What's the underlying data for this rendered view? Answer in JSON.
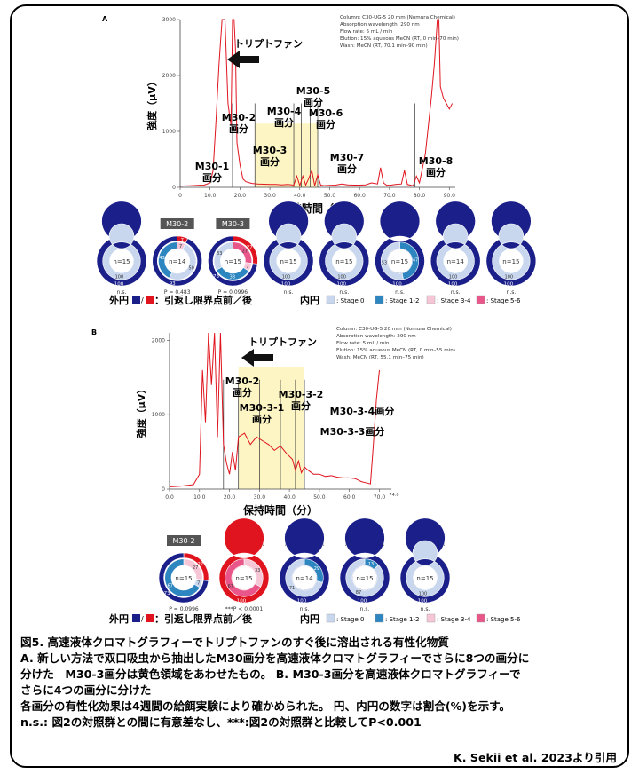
{
  "panels": [
    {
      "letter": "A",
      "info": [
        "Column: C30-UG-5 20 mm (Nomura Chemical)",
        "Absorption wavelength: 290 nm",
        "Flow rate: 5 mL / min",
        "Elution: 15% aqueous MeCN (RT, 0 min–70 min)",
        "Wash: MeCN (RT, 70.1 min–90 min)"
      ],
      "tryptophan_label": "トリプトファン",
      "ylabel": "強度（μV）",
      "xlabel": "保持時間（分）",
      "xticks": [
        "0",
        "10.0",
        "20.0",
        "30.0",
        "40.0",
        "50.0",
        "60.0",
        "70.0",
        "80.0",
        "90.0"
      ],
      "yticks": [
        "0",
        "1000",
        "2000",
        "3000"
      ],
      "fraction_labels": [
        {
          "l1": "M30-1",
          "l2": "画分"
        },
        {
          "l1": "M30-2",
          "l2": "画分"
        },
        {
          "l1": "M30-3",
          "l2": "画分"
        },
        {
          "l1": "M30-4",
          "l2": "画分"
        },
        {
          "l1": "M30-5",
          "l2": "画分"
        },
        {
          "l1": "M30-6",
          "l2": "画分"
        },
        {
          "l1": "M30-7",
          "l2": "画分"
        },
        {
          "l1": "M30-8",
          "l2": "画分"
        }
      ],
      "donuts": [
        {
          "title": "M30-1",
          "outer": [
            100
          ],
          "outer_colors": [
            "navy"
          ],
          "inner": [
            100
          ],
          "inner_colors": [
            "s0"
          ],
          "n": "n=15",
          "p": "n.s.",
          "outer_labels": [
            "100"
          ],
          "inner_labels": [
            "100"
          ]
        },
        {
          "title": "M30-2",
          "outer": [
            7,
            93
          ],
          "outer_colors": [
            "red",
            "navy"
          ],
          "inner": [
            7,
            50,
            43
          ],
          "inner_colors": [
            "s34",
            "s0",
            "s12"
          ],
          "n": "n=14",
          "p": "P = 0.483",
          "outer_labels": [
            "7",
            "93"
          ],
          "inner_labels": [
            "7",
            "50",
            "43"
          ]
        },
        {
          "title": "M30-3",
          "outer": [
            27,
            73
          ],
          "outer_colors": [
            "red",
            "navy"
          ],
          "inner": [
            27,
            7,
            33,
            33
          ],
          "inner_colors": [
            "s56",
            "s34",
            "s12",
            "s0"
          ],
          "n": "n=15",
          "p": "P = 0.0996",
          "outer_labels": [
            "27",
            "73"
          ],
          "inner_labels": [
            "27",
            "7",
            "33",
            "33"
          ]
        },
        {
          "title": "M30-4",
          "outer": [
            100
          ],
          "outer_colors": [
            "navy"
          ],
          "inner": [
            100
          ],
          "inner_colors": [
            "s0"
          ],
          "n": "n=15",
          "p": "n.s.",
          "outer_labels": [
            "100"
          ],
          "inner_labels": [
            "100"
          ]
        },
        {
          "title": "M30-5",
          "outer": [
            100
          ],
          "outer_colors": [
            "navy"
          ],
          "inner": [
            100
          ],
          "inner_colors": [
            "s0"
          ],
          "n": "n=15",
          "p": "n.s.",
          "outer_labels": [
            "100"
          ],
          "inner_labels": [
            "100"
          ]
        },
        {
          "title": "M30-6",
          "outer": [
            100
          ],
          "outer_colors": [
            "navy"
          ],
          "inner": [
            47,
            53
          ],
          "inner_colors": [
            "s12",
            "s0"
          ],
          "n": "n=15",
          "p": "n.s.",
          "outer_labels": [
            "100"
          ],
          "inner_labels": [
            "47",
            "53"
          ]
        },
        {
          "title": "M30-7",
          "outer": [
            100
          ],
          "outer_colors": [
            "navy"
          ],
          "inner": [
            100
          ],
          "inner_colors": [
            "s0"
          ],
          "n": "n=14",
          "p": "n.s.",
          "outer_labels": [
            "100"
          ],
          "inner_labels": [
            "100"
          ]
        },
        {
          "title": "M30-8",
          "outer": [
            100
          ],
          "outer_colors": [
            "navy"
          ],
          "inner": [
            100
          ],
          "inner_colors": [
            "s0"
          ],
          "n": "n=15",
          "p": "n.s.",
          "outer_labels": [
            "100"
          ],
          "inner_labels": [
            "100"
          ]
        }
      ]
    },
    {
      "letter": "B",
      "info": [
        "Column: C30-UG-5 20 mm (Nomura Chemical)",
        "Absorption wavelength: 290 nm",
        "Flow rate: 5 mL / min",
        "Elution: 15% aqueous MeCN (RT, 0 min–55 min)",
        "Wash: MeCN (RT, 55.1 min–75 min)"
      ],
      "tryptophan_label": "トリプトファン",
      "ylabel": "強度（μV）",
      "xlabel": "保持時間（分）",
      "xticks": [
        "0.0",
        "10.0",
        "20.0",
        "30.0",
        "40.0",
        "50.0",
        "60.0",
        "70.0"
      ],
      "xtick_end": "74.0",
      "yticks": [
        "0",
        "1000",
        "2000"
      ],
      "fraction_labels": [
        {
          "l1": "M30-2",
          "l2": "画分"
        },
        {
          "l1": "M30-3-1",
          "l2": "画分"
        },
        {
          "l1": "M30-3-2",
          "l2": "画分"
        },
        {
          "l1": "M30-3-3画分",
          "l2": ""
        },
        {
          "l1": "M30-3-4画分",
          "l2": ""
        }
      ],
      "donuts": [
        {
          "title": "M30-2",
          "outer": [
            27,
            73
          ],
          "outer_colors": [
            "red",
            "navy"
          ],
          "inner": [
            27,
            7,
            67
          ],
          "inner_colors": [
            "s34",
            "s0",
            "s12"
          ],
          "n": "n=15",
          "p": "P = 0.0996",
          "outer_labels": [
            "27",
            "73"
          ],
          "inner_labels": [
            "27",
            "7",
            "67"
          ]
        },
        {
          "title": "M30-3-1",
          "outer": [
            100
          ],
          "outer_colors": [
            "red"
          ],
          "inner": [
            33,
            67
          ],
          "inner_colors": [
            "s34",
            "s56"
          ],
          "n": "n=15",
          "p": "***P < 0.0001",
          "outer_labels": [
            "100"
          ],
          "inner_labels": [
            "33",
            "67"
          ]
        },
        {
          "title": "M30-3-2",
          "outer": [
            100
          ],
          "outer_colors": [
            "navy"
          ],
          "inner": [
            29,
            71
          ],
          "inner_colors": [
            "s12",
            "s0"
          ],
          "n": "n=14",
          "p": "n.s.",
          "outer_labels": [
            "100"
          ],
          "inner_labels": [
            "29",
            "71"
          ]
        },
        {
          "title": "M30-3-3",
          "outer": [
            100
          ],
          "outer_colors": [
            "navy"
          ],
          "inner": [
            13,
            87
          ],
          "inner_colors": [
            "s12",
            "s0"
          ],
          "n": "n=15",
          "p": "n.s.",
          "outer_labels": [
            "100"
          ],
          "inner_labels": [
            "13",
            "87"
          ]
        },
        {
          "title": "M30-3-4",
          "outer": [
            100
          ],
          "outer_colors": [
            "navy"
          ],
          "inner": [
            100
          ],
          "inner_colors": [
            "s0"
          ],
          "n": "n=15",
          "p": "n.s.",
          "outer_labels": [
            "100"
          ],
          "inner_labels": [
            "100"
          ]
        }
      ]
    }
  ],
  "legend": {
    "outer_label": "外円",
    "outer_text": "：引返し限界点前／後",
    "inner_label": "内円",
    "items": [
      ": Stage 0",
      ": Stage 1-2",
      ": Stage 3-4",
      ": Stage 5-6"
    ]
  },
  "colors": {
    "navy": "#1b1f8a",
    "red": "#e0141e",
    "s0": "#c9d7ee",
    "s12": "#2e86c1",
    "s34": "#f7c6d6",
    "s56": "#e9578a",
    "highlight": "#fdf6c4"
  },
  "caption": [
    "図5. 高速液体クロマトグラフィーでトリプトファンのすぐ後に溶出される有性化物質",
    "A. 新しい方法で双口吸虫から抽出したM30画分を高速液体クロマトグラフィーでさらに8つの画分に",
    "分けた　M30-3画分は黄色領域をあわせたもの。 B. M30-3画分を高速液体クロマトグラフィーで",
    "さらに4つの画分に分けた",
    "各画分の有性化効果は4週間の給餌実験により確かめられた。 円、内円の数字は割合(%)を示す。",
    "n.s.: 図2の対照群との間に有意差なし、***:図2の対照群と比較してP<0.001"
  ],
  "source": "K. Sekii et al. 2023より引用",
  "chart_data": [
    {
      "type": "line",
      "title": "",
      "xlabel": "保持時間（分）",
      "ylabel": "強度（μV）",
      "xlim": [
        0,
        92
      ],
      "ylim": [
        0,
        3000
      ],
      "x": [
        0,
        2,
        4,
        6,
        8,
        10,
        11,
        12,
        13,
        14,
        15,
        16,
        17,
        17.5,
        18,
        18.5,
        19,
        20,
        21,
        22,
        24,
        26,
        28,
        30,
        32,
        34,
        36,
        38,
        39,
        40,
        41,
        42,
        43,
        44,
        45,
        46,
        47,
        48,
        50,
        52,
        54,
        56,
        58,
        60,
        62,
        64,
        66,
        67,
        68,
        69,
        70,
        72,
        74,
        75,
        76,
        77,
        77.5,
        78,
        79,
        80,
        82,
        84,
        85,
        86,
        86.5,
        87,
        88,
        89,
        90,
        91
      ],
      "y": [
        20,
        25,
        30,
        35,
        40,
        80,
        300,
        1200,
        2200,
        3000,
        3000,
        1500,
        1100,
        3000,
        3000,
        2500,
        800,
        400,
        150,
        100,
        70,
        60,
        55,
        50,
        50,
        45,
        50,
        40,
        200,
        30,
        200,
        40,
        160,
        300,
        30,
        220,
        40,
        30,
        35,
        40,
        60,
        45,
        40,
        40,
        45,
        80,
        60,
        350,
        80,
        40,
        35,
        50,
        60,
        300,
        50,
        40,
        30,
        35,
        200,
        80,
        600,
        1600,
        2200,
        3000,
        3000,
        1800,
        1600,
        1500,
        1400,
        1500
      ]
    },
    {
      "type": "line",
      "title": "",
      "xlabel": "保持時間（分）",
      "ylabel": "強度（μV）",
      "xlim": [
        0,
        74
      ],
      "ylim": [
        0,
        2100
      ],
      "x": [
        0,
        4,
        8,
        10,
        11,
        12,
        13,
        14,
        15,
        16,
        17,
        18,
        19,
        20,
        21,
        22,
        23,
        25,
        27,
        29,
        31,
        33,
        35,
        37,
        39,
        41,
        42,
        43,
        44,
        45,
        46,
        48,
        50,
        52,
        54,
        56,
        58,
        60,
        62,
        64,
        66,
        67,
        68,
        69,
        70
      ],
      "y": [
        30,
        40,
        60,
        200,
        1600,
        900,
        2100,
        1400,
        2100,
        700,
        2100,
        600,
        350,
        200,
        500,
        250,
        700,
        750,
        600,
        700,
        650,
        600,
        520,
        580,
        480,
        400,
        250,
        380,
        220,
        300,
        260,
        200,
        200,
        170,
        180,
        160,
        150,
        150,
        140,
        100,
        80,
        70,
        600,
        1200,
        1600
      ]
    }
  ]
}
